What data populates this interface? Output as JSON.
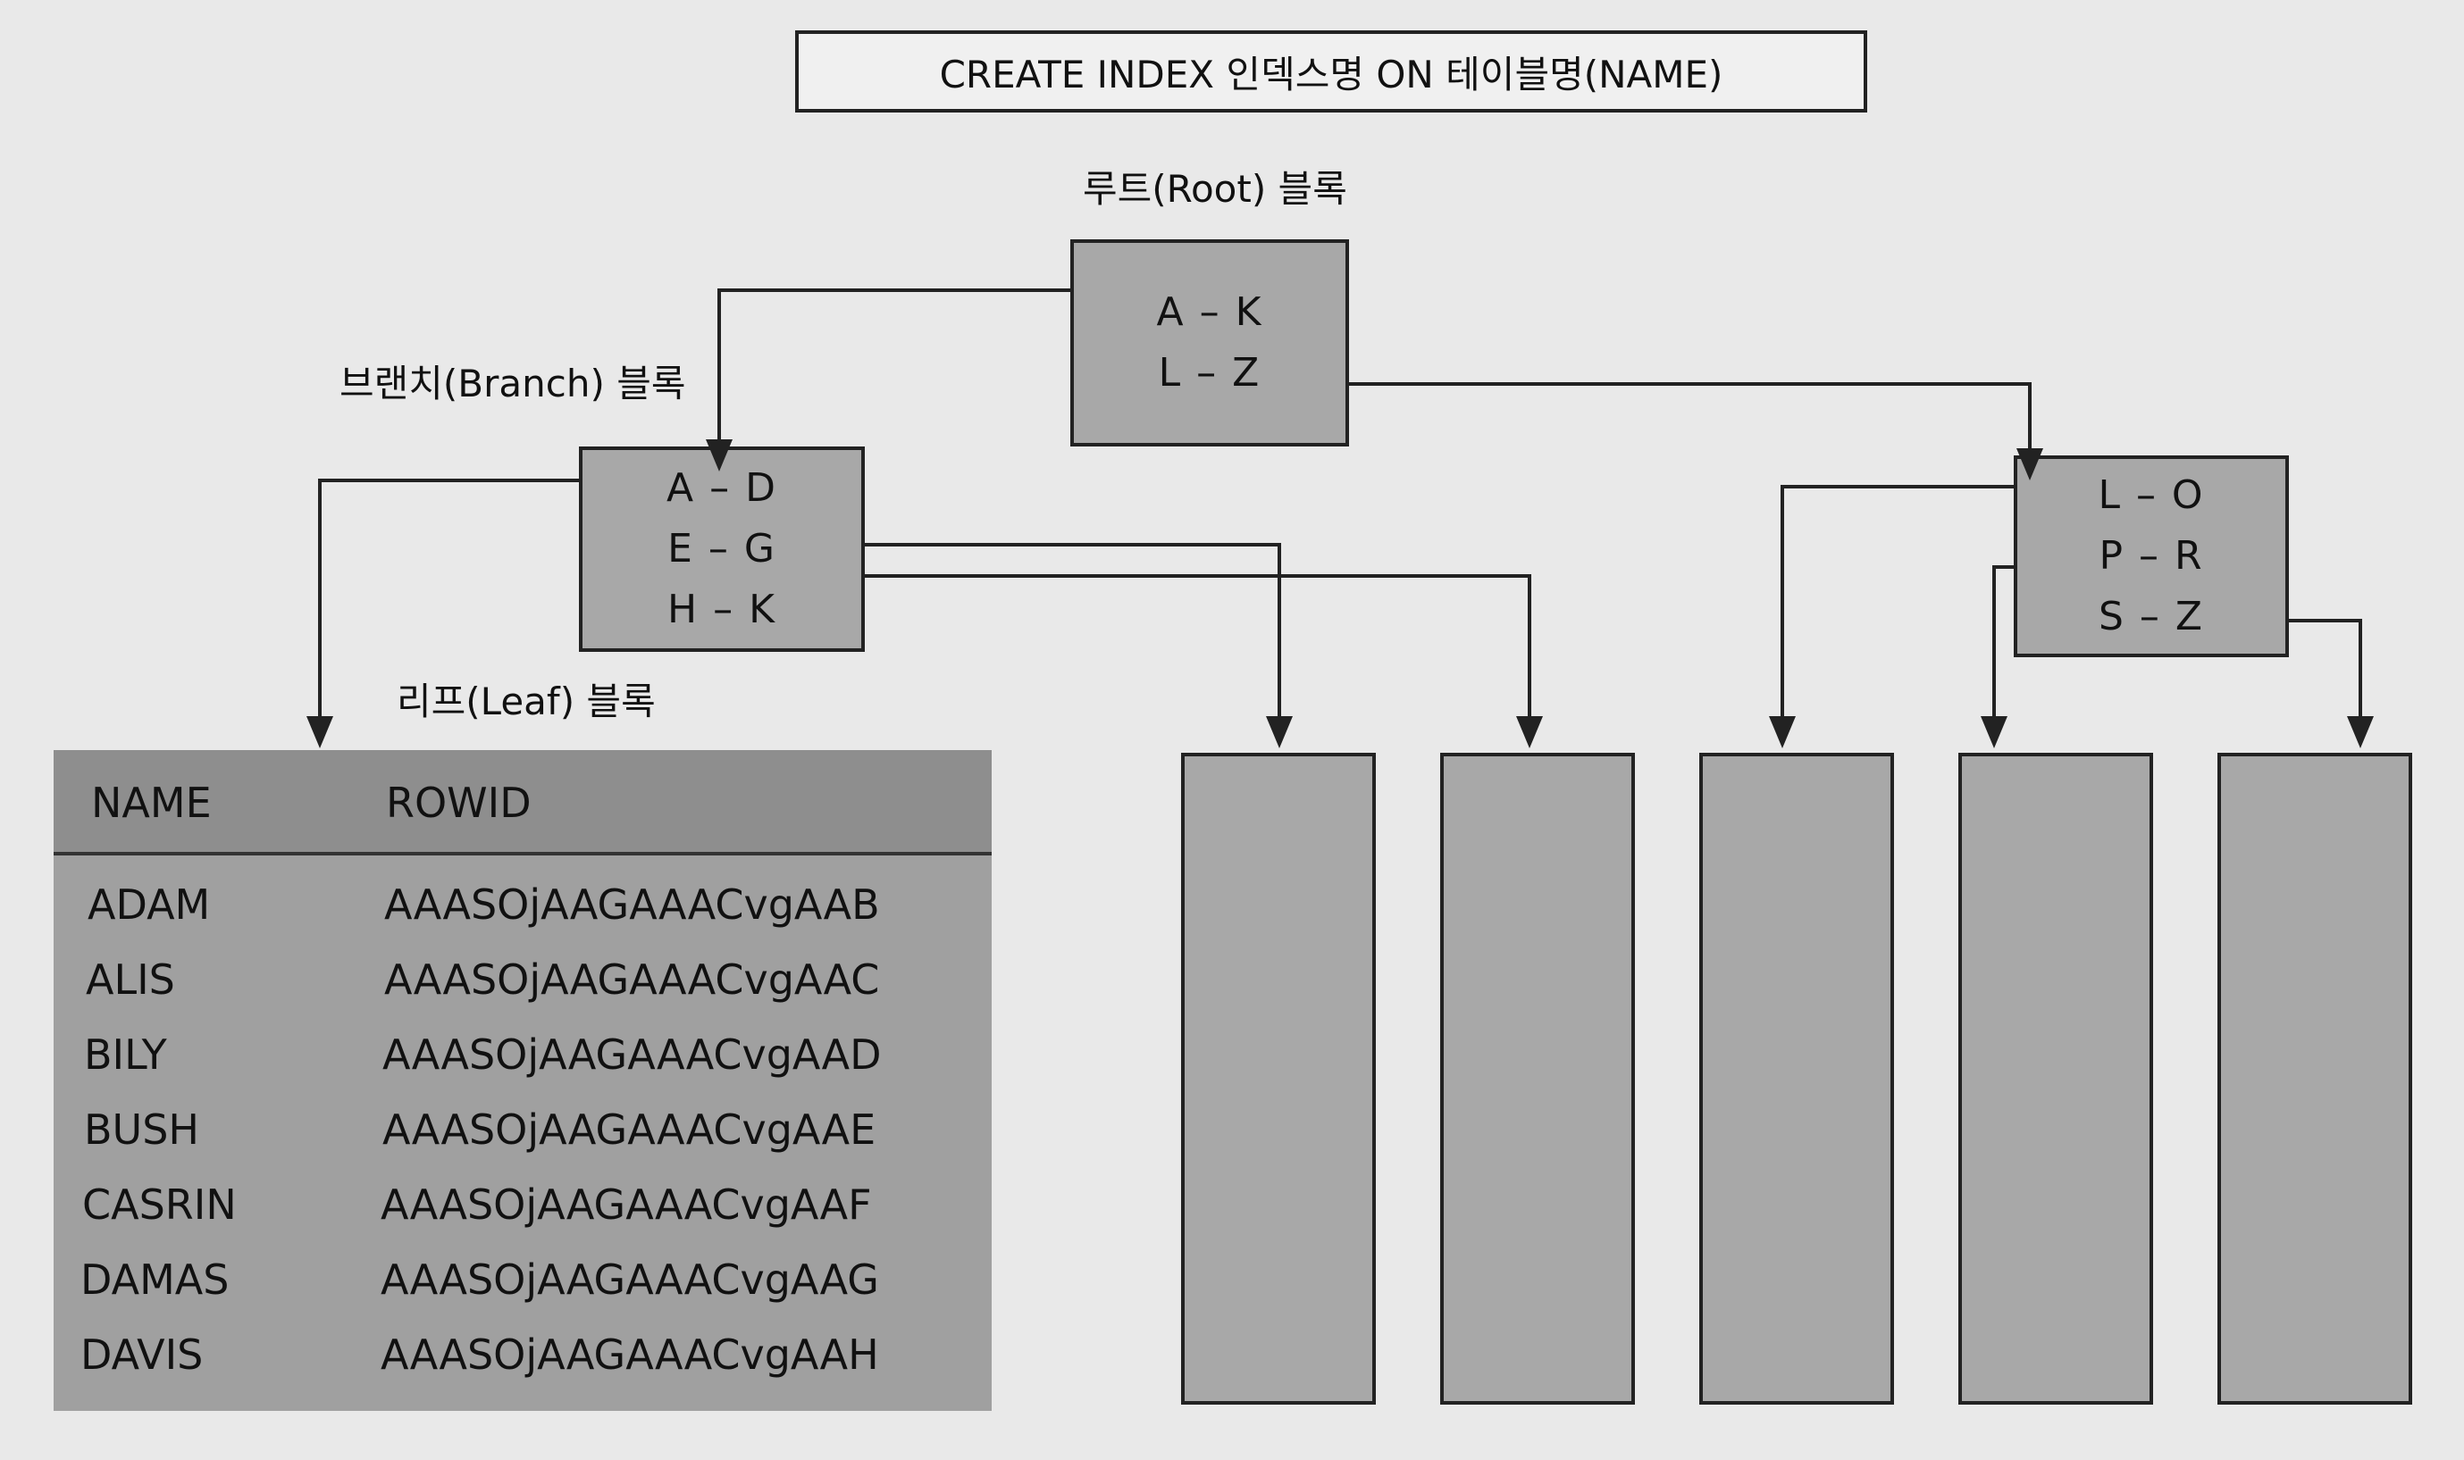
{
  "title": "CREATE INDEX 인덱스명 ON 테이블명(NAME)",
  "labels": {
    "root": "루트(Root) 블록",
    "branch": "브랜치(Branch) 블록",
    "leaf": "리프(Leaf) 블록"
  },
  "root_block": [
    "A – K",
    "L – Z"
  ],
  "branch_left": [
    "A – D",
    "E – G",
    "H – K"
  ],
  "branch_right": [
    "L – O",
    "P – R",
    "S – Z"
  ],
  "leaf_table": {
    "headers": [
      "NAME",
      "ROWID"
    ],
    "rows": [
      [
        "ADAM",
        "AAASOjAAGAAACvgAAB"
      ],
      [
        "ALIS",
        "AAASOjAAGAAACvgAAC"
      ],
      [
        "BILY",
        "AAASOjAAGAAACvgAAD"
      ],
      [
        "BUSH",
        "AAASOjAAGAAACvgAAE"
      ],
      [
        "CASRIN",
        "AAASOjAAGAAACvgAAF"
      ],
      [
        "DAMAS",
        "AAASOjAAGAAACvgAAG"
      ],
      [
        "DAVIS",
        "AAASOjAAGAAACvgAAH"
      ]
    ]
  },
  "colors": {
    "block_fill": "#a8a8a8",
    "line": "#222222",
    "background": "#e9e9e9"
  }
}
